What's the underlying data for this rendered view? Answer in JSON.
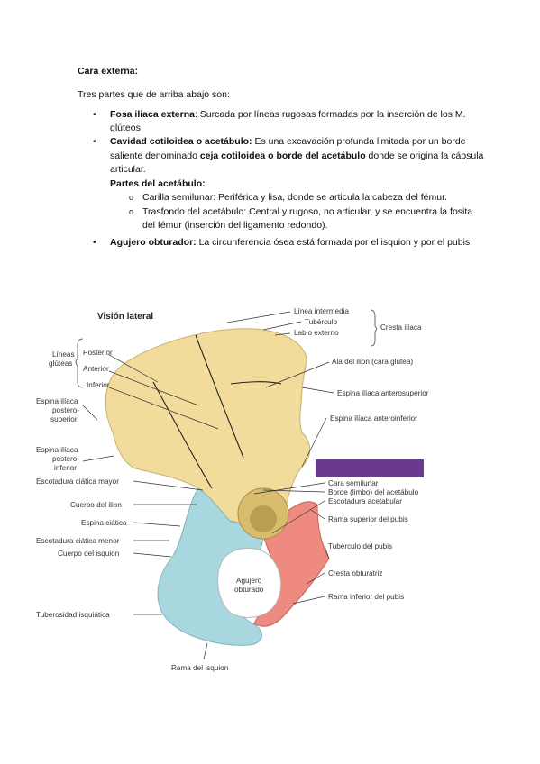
{
  "heading": "Cara externa:",
  "intro": "Tres partes que de arriba abajo son:",
  "items": [
    {
      "term": "Fosa iliaca externa",
      "sep": ":",
      "text1": " Surcada por líneas rugosas formadas por la inserción de los M.",
      "text2": "glúteos"
    },
    {
      "term": "Cavidad cotiloidea o acetábulo:",
      "text1": " Es una excavación profunda limitada por un borde",
      "line2a": "saliente denominado ",
      "term2": "ceja cotiloidea o borde del acetábulo",
      "line2b": " donde se origina la cápsula",
      "line3": "articular."
    },
    {
      "subheading": "Partes del acetábulo:"
    },
    {
      "term": "Agujero obturador:",
      "text1": " La circunferencia ósea está formada por el isquion y por el pubis."
    }
  ],
  "subitems": [
    {
      "text": "Carilla semilunar: Periférica y lisa, donde se articula la cabeza del fémur."
    },
    {
      "text1": "Trasfondo del acetábulo: Central y rugoso, no articular, y se encuentra la fosita",
      "text2": "del fémur (inserción del ligamento redondo)."
    }
  ],
  "bullet_glyph": "•",
  "sub_glyph": "o",
  "figure": {
    "title": "Visión lateral",
    "colors": {
      "ilium": "#f1dc9b",
      "ischium": "#a9d7df",
      "pubis": "#ef8a80",
      "redaction": "#6b3a8e"
    },
    "labels_left": {
      "lineas": "Líneas",
      "gluteas": "glúteas",
      "posterior": "Posterior",
      "anterior": "Anterior",
      "inferior": "Inferior",
      "eips1": "Espina ilíaca",
      "eips2": "postero-",
      "eips3": "superior",
      "eipi1": "Espina ilíaca",
      "eipi2": "postero-",
      "eipi3": "inferior",
      "escotadura_mayor": "Escotadura ciática mayor",
      "cuerpo_ilion": "Cuerpo del ilion",
      "espina_ciatica": "Espina ciática",
      "escotadura_menor": "Escotadura ciática menor",
      "cuerpo_isquion": "Cuerpo del isquion",
      "tuberosidad": "Tuberosidad isquiática",
      "rama_isquion": "Rama del isquion"
    },
    "labels_right": {
      "linea_intermedia": "Línea intermedia",
      "tuberculo": "Tubérculo",
      "labio_externo": "Labio externo",
      "cresta_iliaca": "Cresta ilíaca",
      "ala_ilion": "Ala del ilion (cara glútea)",
      "eias": "Espina ilíaca anterosuperior",
      "eiai": "Espina ilíaca anteroinferior",
      "cara_semilunar": "Cara semilunar",
      "borde_acetabulo": "Borde (limbo) del acetábulo",
      "escotadura_acetabular": "Escotadura acetabular",
      "rama_sup_pubis": "Rama superior del pubis",
      "tuberculo_pubis": "Tubérculo del pubis",
      "cresta_obturatriz": "Cresta obturatriz",
      "rama_inf_pubis": "Rama inferior del pubis",
      "agujero1": "Agujero",
      "agujero2": "obturado"
    }
  }
}
